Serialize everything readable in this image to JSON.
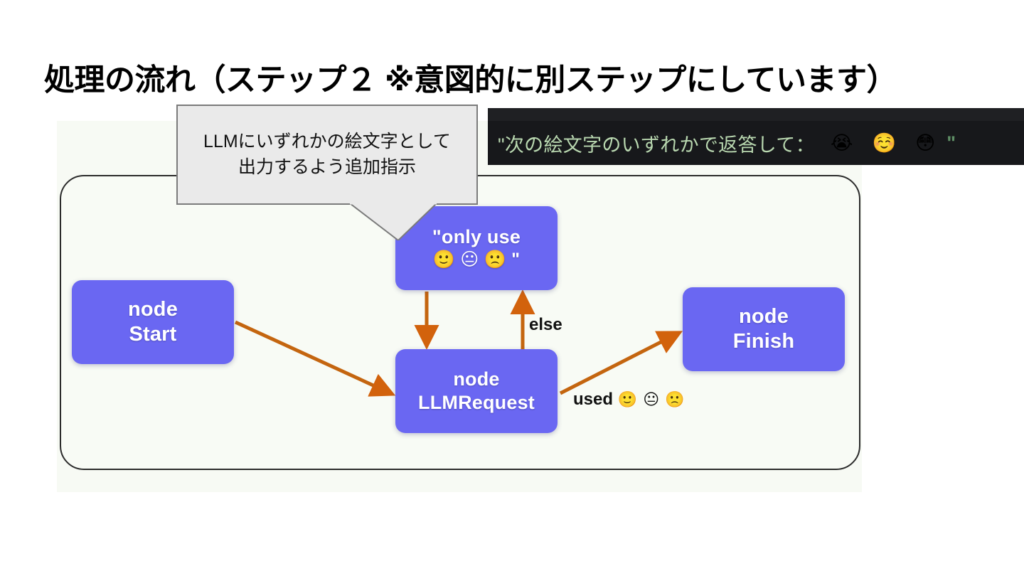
{
  "slide": {
    "title": "処理の流れ（ステップ２ ※意図的に別ステップにしています）"
  },
  "callout": {
    "line1": "LLMにいずれかの絵文字として",
    "line2": "出力するよう追加指示"
  },
  "terminal": {
    "prompt_text": "\"次の絵文字のいずれかで返答して：",
    "emojis": [
      "😭",
      "☺️",
      "😳"
    ],
    "end_quote": "\"",
    "background": "#17181b",
    "text_color": "#b9d8b0"
  },
  "graph": {
    "accent_node_color": "#6a67f2",
    "edge_color": "#c4650f",
    "nodes": [
      {
        "id": "start",
        "line1": "node",
        "line2": "Start"
      },
      {
        "id": "onlyuse",
        "line1": "\"only use",
        "line2": "🙂 😐 🙁 \""
      },
      {
        "id": "llm",
        "line1": "node",
        "line2": "LLMRequest"
      },
      {
        "id": "finish",
        "line1": "node",
        "line2": "Finish"
      }
    ],
    "edges": [
      {
        "from": "start",
        "to": "llm",
        "label": ""
      },
      {
        "from": "onlyuse",
        "to": "llm",
        "label": ""
      },
      {
        "from": "llm",
        "to": "onlyuse",
        "label": "else"
      },
      {
        "from": "llm",
        "to": "finish",
        "label": "used 🙂 😐 🙁"
      }
    ],
    "labels": {
      "else": "else",
      "used_prefix": "used",
      "used_emojis": "🙂 😐 🙁"
    }
  }
}
